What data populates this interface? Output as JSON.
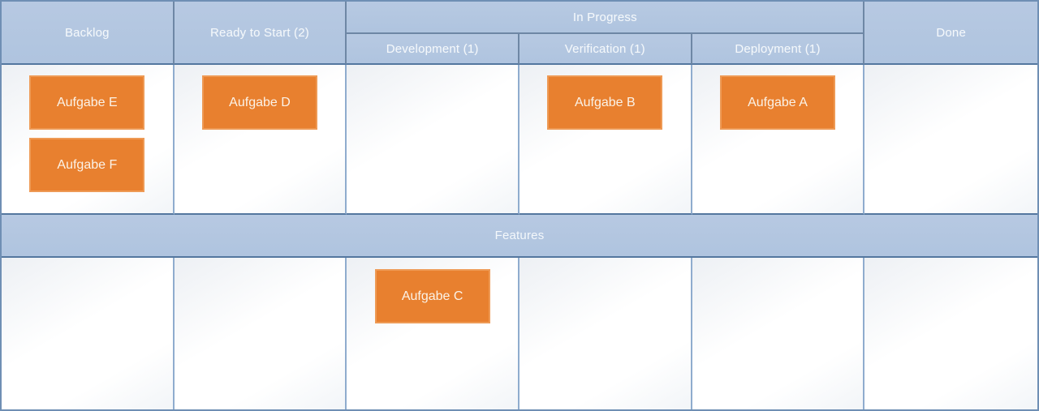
{
  "headers": {
    "backlog": "Backlog",
    "ready_to_start": "Ready to Start (2)",
    "in_progress": "In Progress",
    "development": "Development (1)",
    "verification": "Verification (1)",
    "deployment": "Deployment (1)",
    "done": "Done"
  },
  "swimlanes": {
    "features": "Features"
  },
  "cards": {
    "a": {
      "label": "Aufgabe A",
      "column": "Deployment (1)",
      "swimlane": "main"
    },
    "b": {
      "label": "Aufgabe B",
      "column": "Verification (1)",
      "swimlane": "main"
    },
    "c": {
      "label": "Aufgabe C",
      "column": "Development (1)",
      "swimlane": "Features"
    },
    "d": {
      "label": "Aufgabe D",
      "column": "Ready to Start (2)",
      "swimlane": "main"
    },
    "e": {
      "label": "Aufgabe E",
      "column": "Backlog",
      "swimlane": "main"
    },
    "f": {
      "label": "Aufgabe F",
      "column": "Backlog",
      "swimlane": "main"
    }
  },
  "colors": {
    "header_fill": "#B7C9E2",
    "header_text": "#F4F8FB",
    "line_strong": "#54779F",
    "line_mid": "#6E87A5",
    "line_body": "#8FACCE",
    "frame": "#6F8FB4",
    "card_fill": "#E8802F",
    "card_border": "#EE9A55",
    "card_text": "#FBF2E7"
  }
}
